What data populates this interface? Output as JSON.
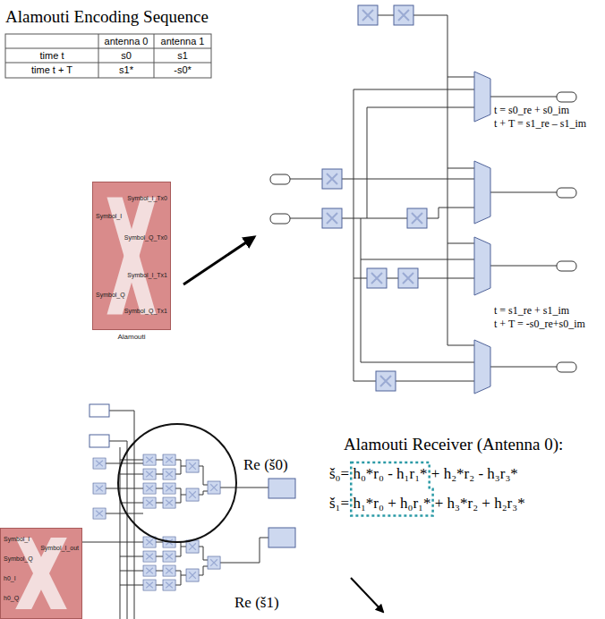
{
  "diagram": {
    "nodes": [
      {
        "text": [
          "Symbol_I",
          "Symbol_Q",
          "Symbol_I_Tx0",
          "Symbol_Q_Tx0",
          "Symbol_I_Tx1",
          "Symbol_Q_Tx1",
          "Alamouti"
        ]
      },
      {
        "text": [
          "Symbol_I",
          "Symbol_Q",
          "h0_I",
          "h0_Q",
          "Symbol_I_out"
        ]
      }
    ],
    "labels": [
      "Alamouti Encoding Sequence",
      "antenna 0",
      "antenna 1",
      "time t",
      "s0",
      "s1",
      "time t + T",
      "s1*",
      "-s0*",
      "t = s0_re + s0_im",
      "t + T = s1_re – s1_im",
      "t = s1_re + s1_im",
      "t + T = -s0_re+s0_im",
      "Re (š0)",
      "Re (š1)",
      "Alamouti Receiver (Antenna 0):",
      "š₀= h₀*r₀ - h₁r₁* + h₂*r₂ - h₃r₃*",
      "š₁= h₁*r₀ + h₀r₁* + h₃*r₂ + h₂r₃*"
    ]
  }
}
